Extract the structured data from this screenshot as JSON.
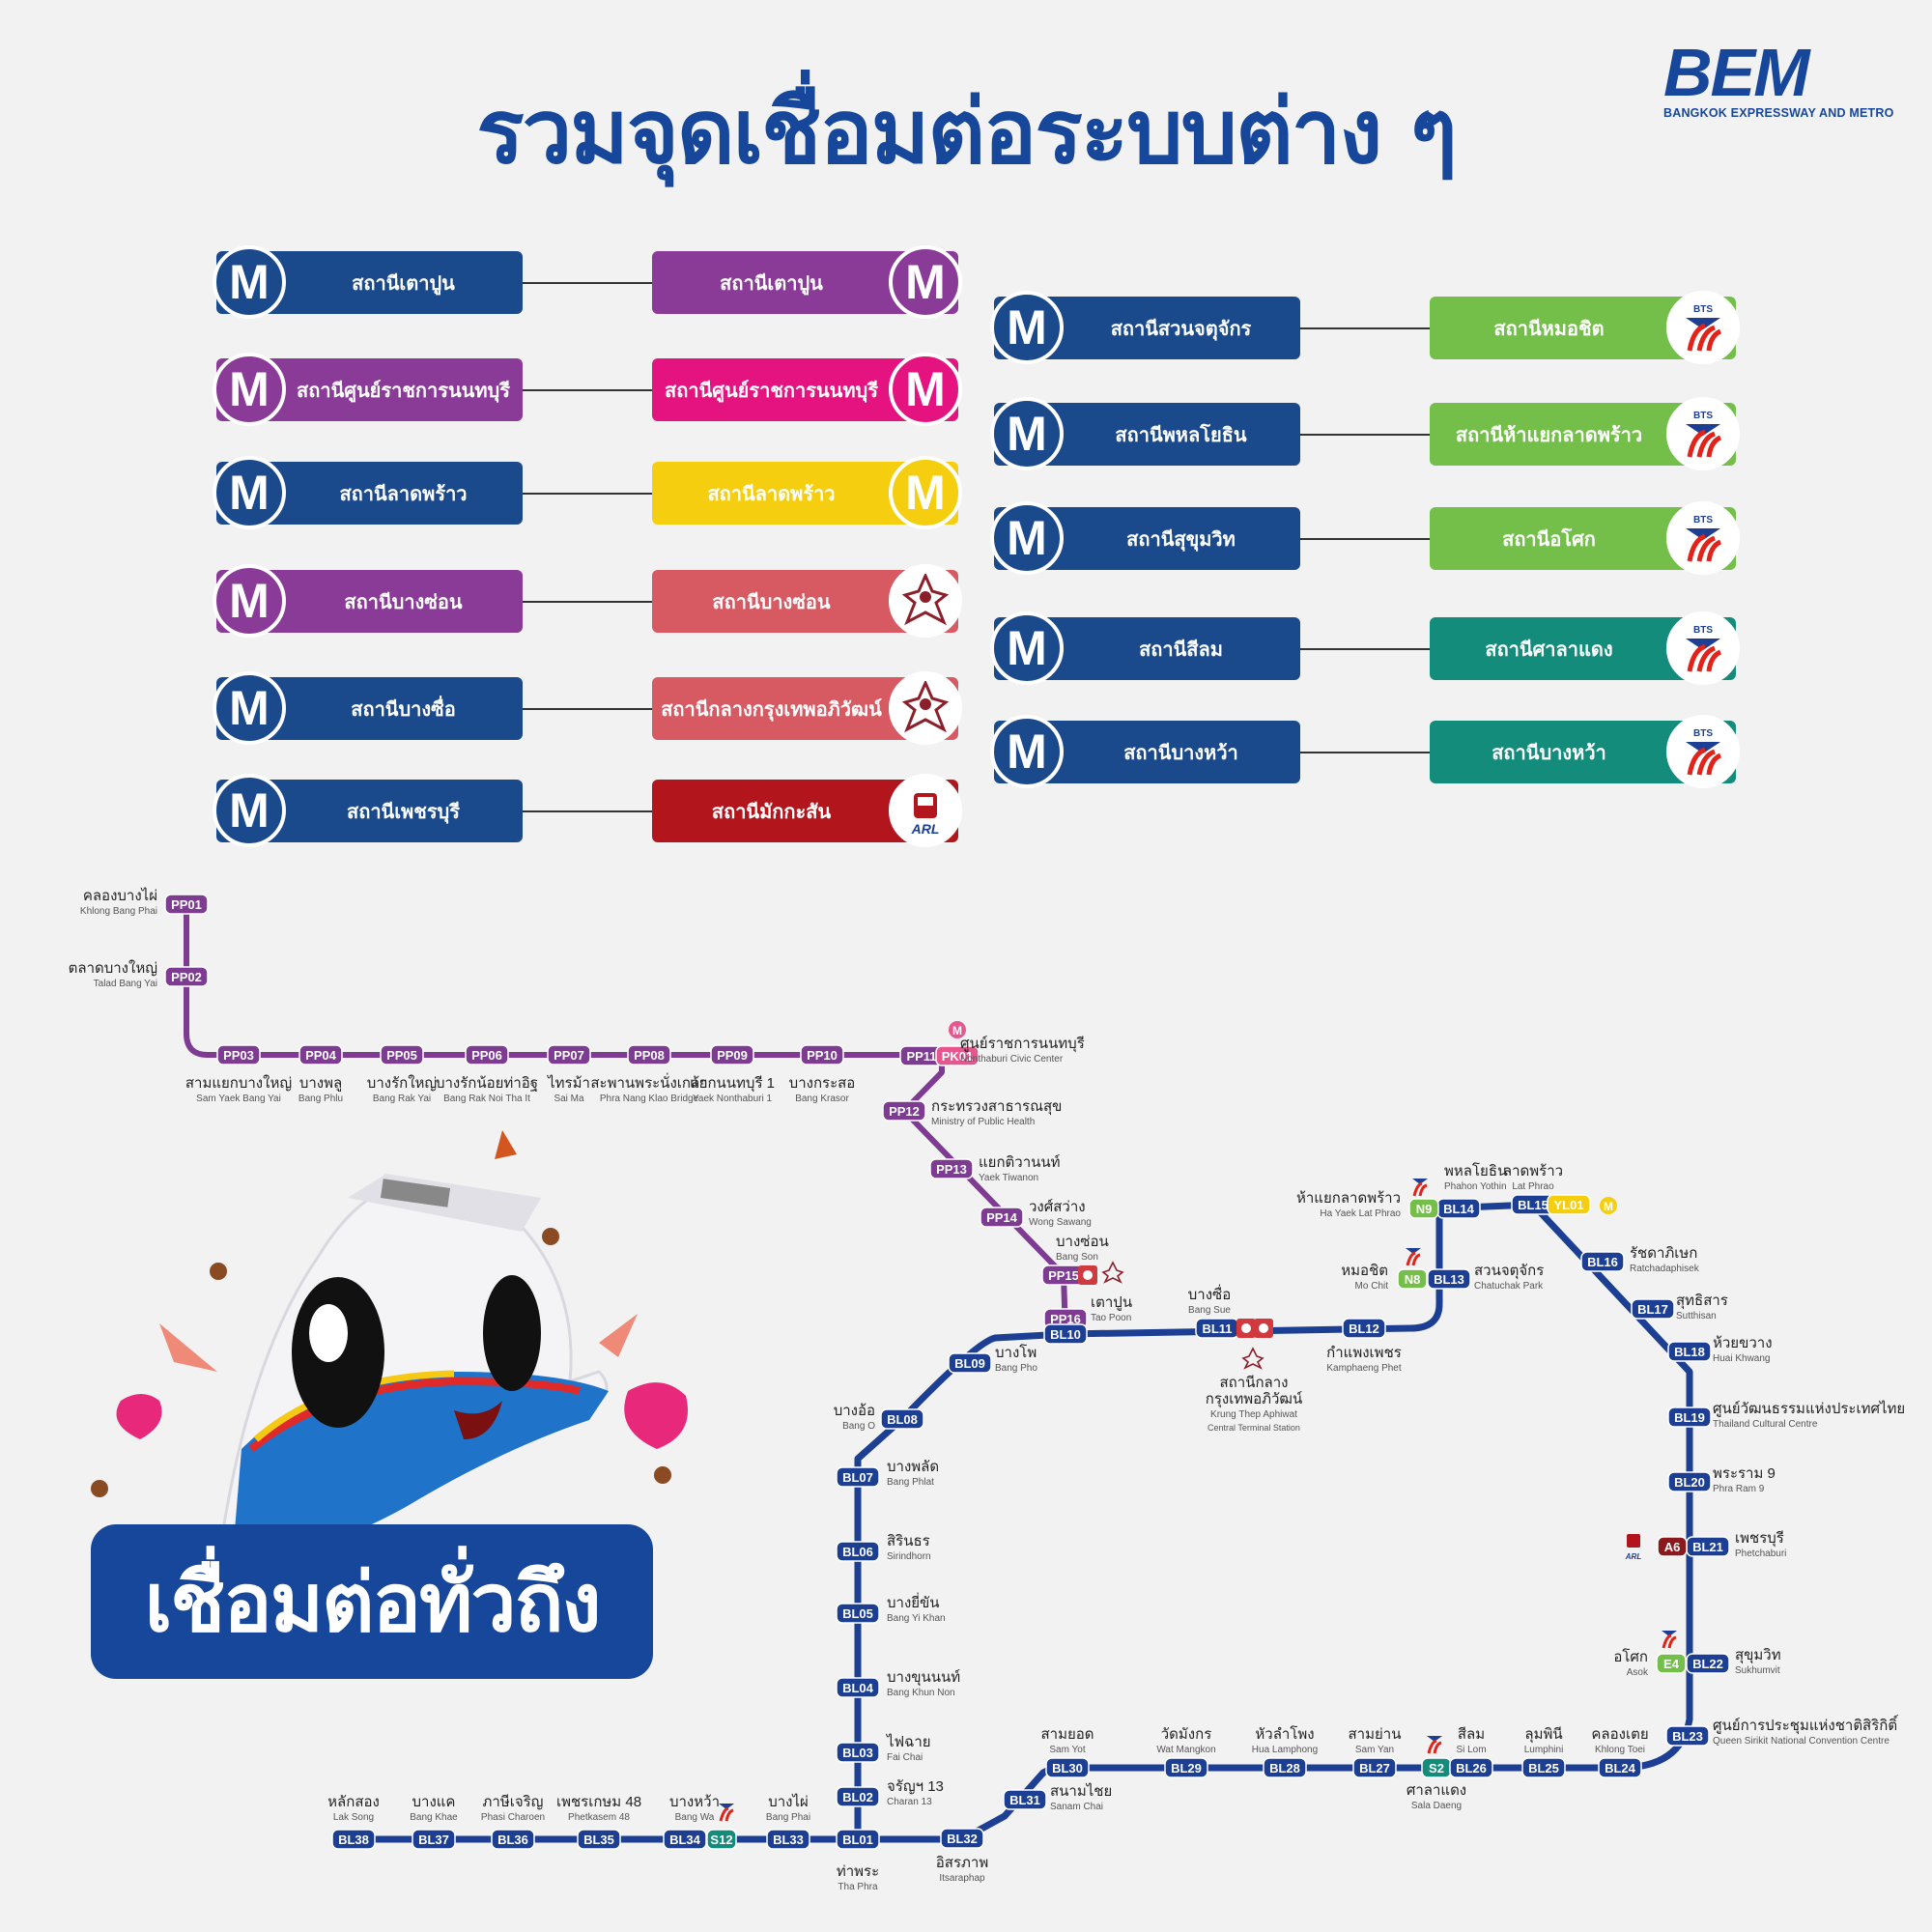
{
  "title": "รวมจุดเชื่อมต่อระบบต่าง ๆ",
  "logo": {
    "text": "BEM",
    "subtitle": "BANGKOK EXPRESSWAY AND METRO"
  },
  "colors": {
    "blue": "#1c3f94",
    "mrt_blue": "#1b4a8c",
    "purple": "#7e3b92",
    "pink": "#e5137f",
    "yellow": "#f5cf0f",
    "srt": "#d75a63",
    "arl": "#b3151d",
    "bts_green": "#74bf4a",
    "bts_teal": "#148c7c",
    "title": "#17479a"
  },
  "connections_left": [
    {
      "from": {
        "label": "สถานีเตาปูน",
        "icon": "M",
        "color": "#1b4a8c"
      },
      "to": {
        "label": "สถานีเตาปูน",
        "icon": "M",
        "color": "#8a3b97",
        "icon_type": "mrt"
      }
    },
    {
      "from": {
        "label": "สถานีศูนย์ราชการนนทบุรี",
        "icon": "M",
        "color": "#8a3b97"
      },
      "to": {
        "label": "สถานีศูนย์ราชการนนทบุรี",
        "icon": "M",
        "color": "#e5137f",
        "icon_type": "mrt"
      }
    },
    {
      "from": {
        "label": "สถานีลาดพร้าว",
        "icon": "M",
        "color": "#1b4a8c"
      },
      "to": {
        "label": "สถานีลาดพร้าว",
        "icon": "M",
        "color": "#f5cf0f",
        "icon_type": "mrt"
      }
    },
    {
      "from": {
        "label": "สถานีบางซ่อน",
        "icon": "M",
        "color": "#8a3b97"
      },
      "to": {
        "label": "สถานีบางซ่อน",
        "color": "#d75a63",
        "icon_type": "srt"
      }
    },
    {
      "from": {
        "label": "สถานีบางซื่อ",
        "icon": "M",
        "color": "#1b4a8c"
      },
      "to": {
        "label": "สถานีกลางกรุงเทพอภิวัฒน์",
        "color": "#d75a63",
        "icon_type": "srt"
      }
    },
    {
      "from": {
        "label": "สถานีเพชรบุรี",
        "icon": "M",
        "color": "#1b4a8c"
      },
      "to": {
        "label": "สถานีมักกะสัน",
        "color": "#b3151d",
        "icon_type": "arl",
        "icon": "ARL"
      }
    }
  ],
  "connections_right": [
    {
      "from": {
        "label": "สถานีสวนจตุจักร",
        "icon": "M",
        "color": "#1b4a8c"
      },
      "to": {
        "label": "สถานีหมอชิต",
        "color": "#74bf4a",
        "icon_type": "bts",
        "icon": "BTS"
      }
    },
    {
      "from": {
        "label": "สถานีพหลโยธิน",
        "icon": "M",
        "color": "#1b4a8c"
      },
      "to": {
        "label": "สถานีห้าแยกลาดพร้าว",
        "color": "#74bf4a",
        "icon_type": "bts",
        "icon": "BTS"
      }
    },
    {
      "from": {
        "label": "สถานีสุขุมวิท",
        "icon": "M",
        "color": "#1b4a8c"
      },
      "to": {
        "label": "สถานีอโศก",
        "color": "#74bf4a",
        "icon_type": "bts",
        "icon": "BTS"
      }
    },
    {
      "from": {
        "label": "สถานีสีลม",
        "icon": "M",
        "color": "#1b4a8c"
      },
      "to": {
        "label": "สถานีศาลาแดง",
        "color": "#148c7c",
        "icon_type": "bts",
        "icon": "BTS"
      }
    },
    {
      "from": {
        "label": "สถานีบางหว้า",
        "icon": "M",
        "color": "#1b4a8c"
      },
      "to": {
        "label": "สถานีบางหว้า",
        "color": "#148c7c",
        "icon_type": "bts",
        "icon": "BTS"
      }
    }
  ],
  "slogan": "เชื่อมต่อทั่วถึง",
  "map": {
    "purple_line": [
      "PP01",
      "PP02",
      "PP03",
      "PP04",
      "PP05",
      "PP06",
      "PP07",
      "PP08",
      "PP09",
      "PP10",
      "PP11",
      "PP12",
      "PP13",
      "PP14",
      "PP15",
      "PP16"
    ],
    "blue_line": [
      "BL01",
      "BL02",
      "BL03",
      "BL04",
      "BL05",
      "BL06",
      "BL07",
      "BL08",
      "BL09",
      "BL10",
      "BL11",
      "BL12",
      "BL13",
      "BL14",
      "BL15",
      "BL16",
      "BL17",
      "BL18",
      "BL19",
      "BL20",
      "BL21",
      "BL22",
      "BL23",
      "BL24",
      "BL25",
      "BL26",
      "BL27",
      "BL28",
      "BL29",
      "BL30",
      "BL31",
      "BL32",
      "BL33",
      "BL34",
      "BL35",
      "BL36",
      "BL37",
      "BL38"
    ],
    "interchange_codes": [
      {
        "code": "PK01",
        "color": "#e5578e"
      },
      {
        "code": "YL01",
        "color": "#f5cf0f"
      },
      {
        "code": "N9",
        "color": "#74bf4a"
      },
      {
        "code": "N8",
        "color": "#74bf4a"
      },
      {
        "code": "S2",
        "color": "#148c7c"
      },
      {
        "code": "S12",
        "color": "#148c7c"
      },
      {
        "code": "E4",
        "color": "#74bf4a"
      },
      {
        "code": "A6",
        "color": "#8a1a1e"
      }
    ],
    "stations": [
      {
        "code": "PP01",
        "th": "คลองบางไผ่",
        "en": "Khlong Bang Phai"
      },
      {
        "code": "PP02",
        "th": "ตลาดบางใหญ่",
        "en": "Talad Bang Yai"
      },
      {
        "code": "PP03",
        "th": "สามแยกบางใหญ่",
        "en": "Sam Yaek Bang Yai"
      },
      {
        "code": "PP04",
        "th": "บางพลู",
        "en": "Bang Phlu"
      },
      {
        "code": "PP05",
        "th": "บางรักใหญ่",
        "en": "Bang Rak Yai"
      },
      {
        "code": "PP06",
        "th": "บางรักน้อยท่าอิฐ",
        "en": "Bang Rak Noi Tha It"
      },
      {
        "code": "PP07",
        "th": "ไทรม้า",
        "en": "Sai Ma"
      },
      {
        "code": "PP08",
        "th": "สะพานพระนั่งเกล้า",
        "en": "Phra Nang Klao Bridge"
      },
      {
        "code": "PP09",
        "th": "แยกนนทบุรี 1",
        "en": "Yaek Nonthaburi 1"
      },
      {
        "code": "PP10",
        "th": "บางกระสอ",
        "en": "Bang Krasor"
      },
      {
        "code": "PP11",
        "th": "ศูนย์ราชการนนทบุรี",
        "en": "Nonthaburi Civic Center"
      },
      {
        "code": "PP12",
        "th": "กระทรวงสาธารณสุข",
        "en": "Ministry of Public Health"
      },
      {
        "code": "PP13",
        "th": "แยกติวานนท์",
        "en": "Yaek Tiwanon"
      },
      {
        "code": "PP14",
        "th": "วงศ์สว่าง",
        "en": "Wong Sawang"
      },
      {
        "code": "PP15",
        "th": "บางซ่อน",
        "en": "Bang Son"
      },
      {
        "code": "PP16",
        "th": "เตาปูน",
        "en": "Tao Poon"
      },
      {
        "code": "BL01",
        "th": "ท่าพระ",
        "en": "Tha Phra"
      },
      {
        "code": "BL02",
        "th": "จรัญฯ 13",
        "en": "Charan 13"
      },
      {
        "code": "BL03",
        "th": "ไฟฉาย",
        "en": "Fai Chai"
      },
      {
        "code": "BL04",
        "th": "บางขุนนนท์",
        "en": "Bang Khun Non"
      },
      {
        "code": "BL05",
        "th": "บางยี่ขัน",
        "en": "Bang Yi Khan"
      },
      {
        "code": "BL06",
        "th": "สิรินธร",
        "en": "Sirindhorn"
      },
      {
        "code": "BL07",
        "th": "บางพลัด",
        "en": "Bang Phlat"
      },
      {
        "code": "BL08",
        "th": "บางอ้อ",
        "en": "Bang O"
      },
      {
        "code": "BL09",
        "th": "บางโพ",
        "en": "Bang Pho"
      },
      {
        "code": "BL10",
        "th": "",
        "en": ""
      },
      {
        "code": "BL11",
        "th": "บางซื่อ",
        "en": "Bang Sue"
      },
      {
        "code": "BL12",
        "th": "กำแพงเพชร",
        "en": "Kamphaeng Phet"
      },
      {
        "code": "BL13",
        "th": "สวนจตุจักร",
        "en": "Chatuchak Park"
      },
      {
        "code": "BL14",
        "th": "พหลโยธิน",
        "en": "Phahon Yothin"
      },
      {
        "code": "BL15",
        "th": "ลาดพร้าว",
        "en": "Lat Phrao"
      },
      {
        "code": "BL16",
        "th": "รัชดาภิเษก",
        "en": "Ratchadaphisek"
      },
      {
        "code": "BL17",
        "th": "สุทธิสาร",
        "en": "Sutthisan"
      },
      {
        "code": "BL18",
        "th": "ห้วยขวาง",
        "en": "Huai Khwang"
      },
      {
        "code": "BL19",
        "th": "ศูนย์วัฒนธรรมแห่งประเทศไทย",
        "en": "Thailand Cultural Centre"
      },
      {
        "code": "BL20",
        "th": "พระราม 9",
        "en": "Phra Ram 9"
      },
      {
        "code": "BL21",
        "th": "เพชรบุรี",
        "en": "Phetchaburi"
      },
      {
        "code": "BL22",
        "th": "สุขุมวิท",
        "en": "Sukhumvit"
      },
      {
        "code": "BL23",
        "th": "ศูนย์การประชุมแห่งชาติสิริกิติ์",
        "en": "Queen Sirikit National Convention Centre"
      },
      {
        "code": "BL24",
        "th": "คลองเตย",
        "en": "Khlong Toei"
      },
      {
        "code": "BL25",
        "th": "ลุมพินี",
        "en": "Lumphini"
      },
      {
        "code": "BL26",
        "th": "สีลม",
        "en": "Si Lom"
      },
      {
        "code": "BL27",
        "th": "สามย่าน",
        "en": "Sam Yan"
      },
      {
        "code": "BL28",
        "th": "หัวลำโพง",
        "en": "Hua Lamphong"
      },
      {
        "code": "BL29",
        "th": "วัดมังกร",
        "en": "Wat Mangkon"
      },
      {
        "code": "BL30",
        "th": "สามยอด",
        "en": "Sam Yot"
      },
      {
        "code": "BL31",
        "th": "สนามไชย",
        "en": "Sanam Chai"
      },
      {
        "code": "BL32",
        "th": "อิสรภาพ",
        "en": "Itsaraphap"
      },
      {
        "code": "BL33",
        "th": "บางไผ่",
        "en": "Bang Phai"
      },
      {
        "code": "BL34",
        "th": "บางหว้า",
        "en": "Bang Wa"
      },
      {
        "code": "BL35",
        "th": "เพชรเกษม 48",
        "en": "Phetkasem 48"
      },
      {
        "code": "BL36",
        "th": "ภาษีเจริญ",
        "en": "Phasi Charoen"
      },
      {
        "code": "BL37",
        "th": "บางแค",
        "en": "Bang Khae"
      },
      {
        "code": "BL38",
        "th": "หลักสอง",
        "en": "Lak Song"
      }
    ],
    "extra_labels": [
      {
        "id": "N9",
        "th": "ห้าแยกลาดพร้าว",
        "en": "Ha Yaek Lat Phrao"
      },
      {
        "id": "N8",
        "th": "หมอชิต",
        "en": "Mo Chit"
      },
      {
        "id": "S2",
        "th": "ศาลาแดง",
        "en": "Sala Daeng"
      },
      {
        "id": "E4",
        "th": "อโศก",
        "en": "Asok"
      },
      {
        "id": "SRT",
        "th": "สถานีกลาง",
        "th2": "กรุงเทพอภิวัฒน์",
        "en": "Krung Thep Aphiwat",
        "en2": "Central Terminal Station"
      }
    ],
    "mini_icons": {
      "mrt": "M",
      "arl": "ARL",
      "bts": "BTS"
    }
  }
}
